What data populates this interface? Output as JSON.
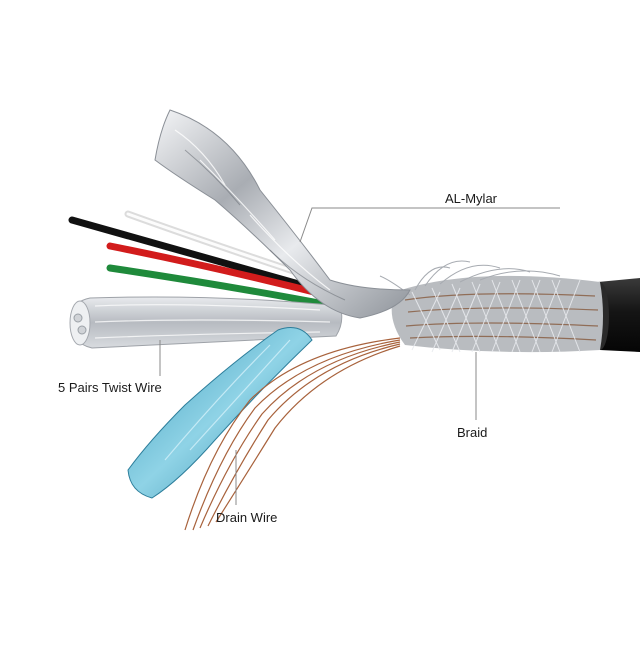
{
  "labels": {
    "al_mylar": "AL-Mylar",
    "twist_wire": "5 Pairs Twist Wire",
    "braid": "Braid",
    "drain_wire": "Drain Wire"
  },
  "colors": {
    "jacket": "#1c1c1c",
    "foil": "#c9ccd1",
    "braid_tin": "#b9bcc0",
    "braid_copper": "#b5704a",
    "wire_black": "#111111",
    "wire_white": "#f2f2f2",
    "wire_red": "#d21c1c",
    "wire_green": "#1f8a3b",
    "blue_foil": "#5bb4cf",
    "drain_copper": "#a8623c",
    "leader_line": "#8a8a8a"
  }
}
